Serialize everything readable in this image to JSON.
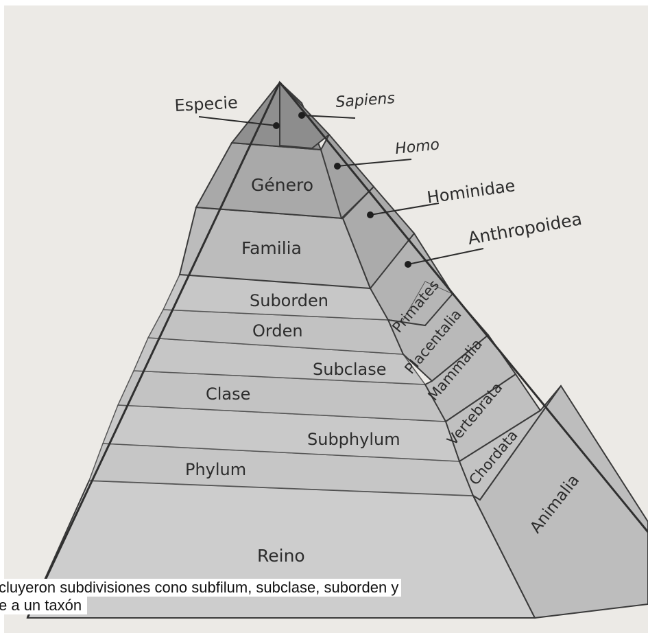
{
  "diagram": {
    "levels": {
      "especie": "Especie",
      "genero": "Género",
      "familia": "Familia",
      "suborden": "Suborden",
      "orden": "Orden",
      "subclase": "Subclase",
      "clase": "Clase",
      "subphylum": "Subphylum",
      "phylum": "Phylum",
      "reino": "Reino"
    },
    "taxa": {
      "sapiens": "Sapiens",
      "homo": "Homo",
      "hominidae": "Hominidae",
      "anthropoidea": "Anthropoidea",
      "primates": "Primates",
      "placentalia": "Placentalia",
      "mammalia": "Mammalia",
      "vertebrata": "Vertebrata",
      "chordata": "Chordata",
      "animalia": "Animalia"
    },
    "colors": {
      "apex": "#8d8d8d",
      "upper": "#a7a7a7",
      "middle": "#bdbdbd",
      "lower": "#cdcdcd",
      "right_face": "#b0b0b0",
      "lines": "#3a3a3a"
    }
  },
  "caption": {
    "line1": "cluyeron subdivisiones cono subfilum, subclase, suborden y",
    "line2": "e a un taxón"
  }
}
